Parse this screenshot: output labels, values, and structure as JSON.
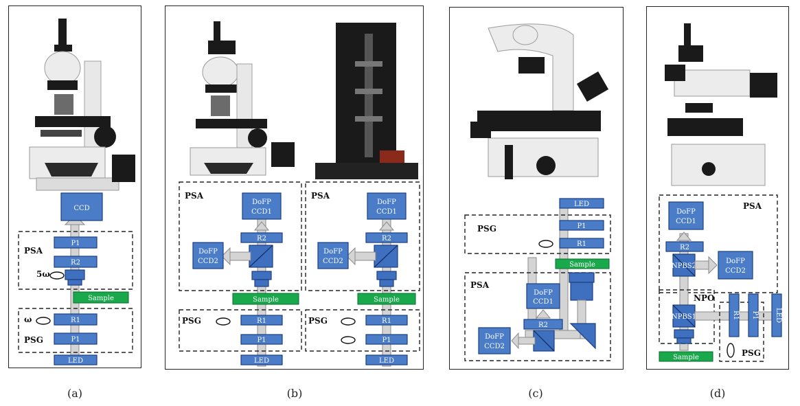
{
  "panels": [
    {
      "id": "a",
      "caption": "(a)",
      "labels": {
        "ccd": "CCD",
        "psa": "PSA",
        "p1_top": "P1",
        "r2": "R2",
        "omega5": "5ω",
        "sample": "Sample",
        "omega": "ω",
        "r1": "R1",
        "psg": "PSG",
        "p1_bottom": "P1",
        "led": "LED"
      }
    },
    {
      "id": "b",
      "caption": "(b)",
      "left": {
        "psa": "PSA",
        "dofp1_line1": "DoFP",
        "dofp1_line2": "CCD1",
        "r2": "R2",
        "dofp2_line1": "DoFP",
        "dofp2_line2": "CCD2",
        "sample": "Sample",
        "psg": "PSG",
        "r1": "R1",
        "p1": "P1",
        "led": "LED"
      },
      "right": {
        "psa": "PSA",
        "dofp1_line1": "DoFP",
        "dofp1_line2": "CCD1",
        "r2": "R2",
        "dofp2_line1": "DoFP",
        "dofp2_line2": "CCD2",
        "sample": "Sample",
        "psg": "PSG",
        "r1": "R1",
        "p1": "P1",
        "led": "LED"
      }
    },
    {
      "id": "c",
      "caption": "(c)",
      "labels": {
        "led": "LED",
        "psg": "PSG",
        "p1": "P1",
        "r1": "R1",
        "sample": "Sample",
        "psa": "PSA",
        "dofp1_line1": "DoFP",
        "dofp1_line2": "CCD1",
        "r2": "R2",
        "dofp2_line1": "DoFP",
        "dofp2_line2": "CCD2"
      }
    },
    {
      "id": "d",
      "caption": "(d)",
      "labels": {
        "psa": "PSA",
        "dofp1_line1": "DoFP",
        "dofp1_line2": "CCD1",
        "r2": "R2",
        "npbs2": "NPBS2",
        "dofp2_line1": "DoFP",
        "dofp2_line2": "CCD2",
        "npo": "NPO",
        "npbs1": "NPBS1",
        "r1": "R1",
        "p1": "P1",
        "led": "LED",
        "sample": "Sample",
        "psg": "PSG"
      }
    }
  ]
}
